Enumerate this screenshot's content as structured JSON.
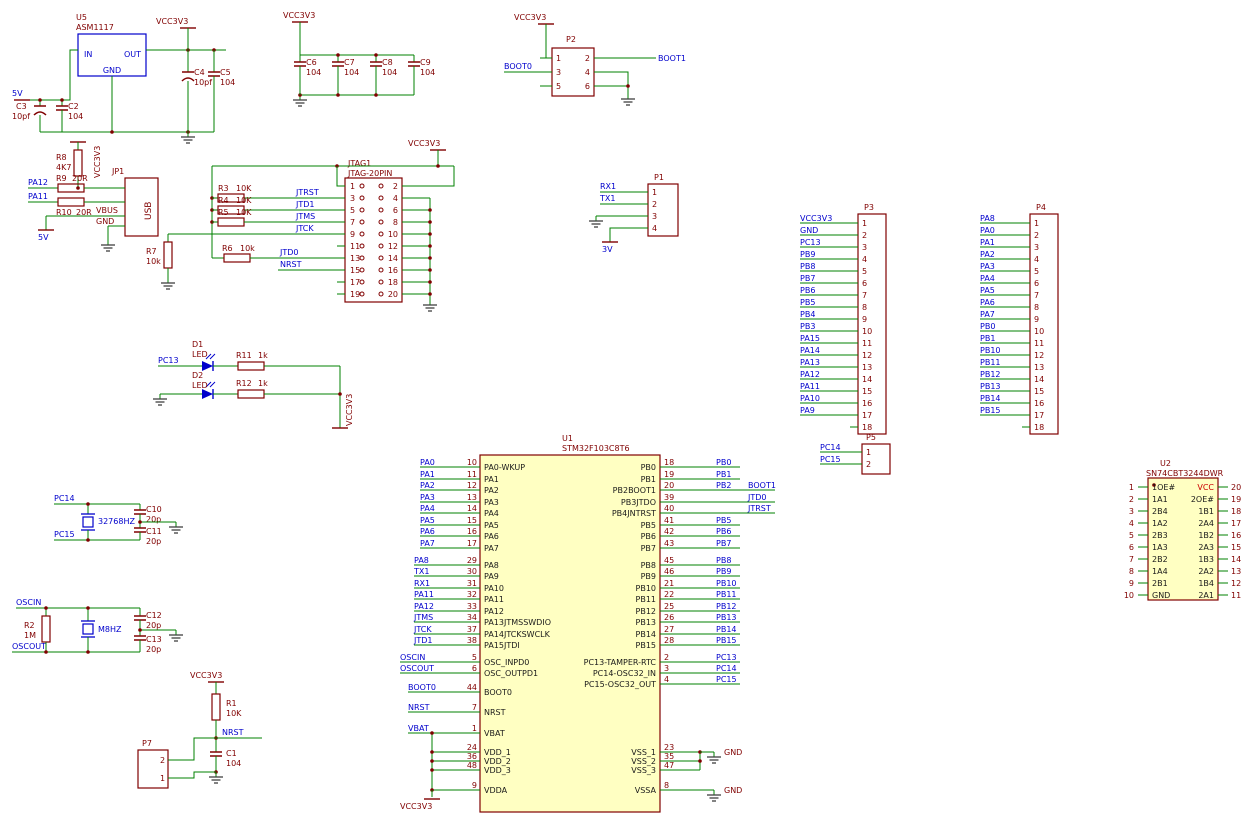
{
  "colors": {
    "background": "#FFFFFF",
    "wire": "#008000",
    "component": "#800000",
    "net": "#0000CC",
    "pin_name": "#1A1A1A",
    "ic_fill": "#FFFFC2",
    "blue": "#0000CC",
    "junction": "#800000",
    "ground": "#404040",
    "vcc_red": "#CC0000"
  },
  "regulator": {
    "ref": "U5",
    "part": "ASM1117",
    "pin_in": "IN",
    "pin_out": "OUT",
    "pin_gnd": "GND",
    "net_in": "5V",
    "net_out": "VCC3V3",
    "caps_in": [
      {
        "ref": "C3",
        "value": "10pf"
      },
      {
        "ref": "C2",
        "value": "104"
      }
    ],
    "caps_out": [
      {
        "ref": "C4",
        "value": "10pf"
      },
      {
        "ref": "C5",
        "value": "104"
      }
    ]
  },
  "decoupling": {
    "net": "VCC3V3",
    "caps": [
      {
        "ref": "C6",
        "value": "104"
      },
      {
        "ref": "C7",
        "value": "104"
      },
      {
        "ref": "C8",
        "value": "104"
      },
      {
        "ref": "C9",
        "value": "104"
      }
    ]
  },
  "boot_header": {
    "ref": "P2",
    "net_power": "VCC3V3",
    "left_pins": [
      "1",
      "3",
      "5"
    ],
    "right_pins": [
      "2",
      "4",
      "6"
    ],
    "net_left": "BOOT0",
    "net_right": "BOOT1"
  },
  "usb": {
    "ref": "JP1",
    "name": "USB",
    "pullup": {
      "ref": "R8",
      "value": "4K7",
      "net": "VCC3V3"
    },
    "rows": [
      {
        "net": "PA12",
        "res": {
          "ref": "R9",
          "value": "20R"
        }
      },
      {
        "net": "PA11",
        "res": {
          "ref": "R10",
          "value": "20R"
        }
      }
    ],
    "net_vbus": "VBUS",
    "net_gnd": "GND",
    "net_5v": "5V"
  },
  "jtag": {
    "ref": "JTAG1",
    "part": "JTAG-20PIN",
    "left_pins": [
      "1",
      "3",
      "5",
      "7",
      "9",
      "11",
      "13",
      "15",
      "17",
      "19"
    ],
    "right_pins": [
      "2",
      "4",
      "6",
      "8",
      "10",
      "12",
      "14",
      "16",
      "18",
      "20"
    ],
    "net_power": "VCC3V3",
    "pullups": [
      {
        "ref": "R3",
        "value": "10K",
        "net": "JTRST"
      },
      {
        "ref": "R4",
        "value": "10K",
        "net": "JTD1"
      },
      {
        "ref": "R5",
        "value": "10K",
        "net": "JTMS"
      }
    ],
    "net_tck": "JTCK",
    "r6": {
      "ref": "R6",
      "value": "10k",
      "net": "JTD0"
    },
    "net_nrst": "NRST",
    "r7": {
      "ref": "R7",
      "value": "10k"
    }
  },
  "serial_header": {
    "ref": "P1",
    "pins": [
      "1",
      "2",
      "3",
      "4"
    ],
    "net_rx": "RX1",
    "net_tx": "TX1",
    "net_power": "3V"
  },
  "header_p3": {
    "ref": "P3",
    "pins": [
      "1",
      "2",
      "3",
      "4",
      "5",
      "6",
      "7",
      "8",
      "9",
      "10",
      "11",
      "12",
      "13",
      "14",
      "15",
      "16",
      "17",
      "18"
    ],
    "nets": [
      "VCC3V3",
      "GND",
      "PC13",
      "PB9",
      "PB8",
      "PB7",
      "PB6",
      "PB5",
      "PB4",
      "PB3",
      "PA15",
      "PA14",
      "PA13",
      "PA12",
      "PA11",
      "PA10",
      "PA9",
      ""
    ]
  },
  "header_p4": {
    "ref": "P4",
    "pins": [
      "1",
      "2",
      "3",
      "4",
      "5",
      "6",
      "7",
      "8",
      "9",
      "10",
      "11",
      "12",
      "13",
      "14",
      "15",
      "16",
      "17",
      "18"
    ],
    "nets": [
      "PA8",
      "PA0",
      "PA1",
      "PA2",
      "PA3",
      "PA4",
      "PA5",
      "PA6",
      "PA7",
      "PB0",
      "PB1",
      "PB10",
      "PB11",
      "PB12",
      "PB13",
      "PB14",
      "PB15",
      ""
    ]
  },
  "header_p5": {
    "ref": "P5",
    "pins": [
      "1",
      "2"
    ],
    "nets": [
      "PC14",
      "PC15"
    ]
  },
  "leds": {
    "rail": "VCC3V3",
    "rows": [
      {
        "ref": "D1",
        "value": "LED",
        "net": "PC13",
        "res": {
          "ref": "R11",
          "value": "1k"
        }
      },
      {
        "ref": "D2",
        "value": "LED",
        "net": "",
        "res": {
          "ref": "R12",
          "value": "1k"
        }
      }
    ]
  },
  "xtal32": {
    "label": "32768HZ",
    "net_top": "PC14",
    "net_bottom": "PC15",
    "cap_top": {
      "ref": "C10",
      "value": "20p"
    },
    "cap_bottom": {
      "ref": "C11",
      "value": "20p"
    }
  },
  "xtal8": {
    "label": "M8HZ",
    "net_top": "OSCIN",
    "net_bottom": "OSCOUT",
    "res": {
      "ref": "R2",
      "value": "1M"
    },
    "cap_top": {
      "ref": "C12",
      "value": "20p"
    },
    "cap_bottom": {
      "ref": "C13",
      "value": "20p"
    }
  },
  "reset": {
    "net_power": "VCC3V3",
    "res": {
      "ref": "R1",
      "value": "10K"
    },
    "net": "NRST",
    "header": {
      "ref": "P7",
      "pins": [
        "2",
        "1"
      ]
    },
    "cap": {
      "ref": "C1",
      "value": "104"
    }
  },
  "mcu": {
    "ref": "U1",
    "part": "STM32F103C8T6",
    "gnd_label": "GND",
    "net_power": "VCC3V3",
    "left_rows": [
      {
        "net": "PA0",
        "num": "10",
        "name": "PA0-WKUP"
      },
      {
        "net": "PA1",
        "num": "11",
        "name": "PA1"
      },
      {
        "net": "PA2",
        "num": "12",
        "name": "PA2"
      },
      {
        "net": "PA3",
        "num": "13",
        "name": "PA3"
      },
      {
        "net": "PA4",
        "num": "14",
        "name": "PA4"
      },
      {
        "net": "PA5",
        "num": "15",
        "name": "PA5"
      },
      {
        "net": "PA6",
        "num": "16",
        "name": "PA6"
      },
      {
        "net": "PA7",
        "num": "17",
        "name": "PA7"
      },
      {
        "net": "PA8",
        "num": "29",
        "name": "PA8"
      },
      {
        "net": "TX1",
        "num": "30",
        "name": "PA9"
      },
      {
        "net": "RX1",
        "num": "31",
        "name": "PA10"
      },
      {
        "net": "PA11",
        "num": "32",
        "name": "PA11"
      },
      {
        "net": "PA12",
        "num": "33",
        "name": "PA12"
      },
      {
        "net": "JTMS",
        "num": "34",
        "name": "PA13JTMSSWDIO"
      },
      {
        "net": "JTCK",
        "num": "37",
        "name": "PA14JTCKSWCLK"
      },
      {
        "net": "JTD1",
        "num": "38",
        "name": "PA15JTDI"
      },
      {
        "net": "OSCIN",
        "num": "5",
        "name": "OSC_INPD0"
      },
      {
        "net": "OSCOUT",
        "num": "6",
        "name": "OSC_OUTPD1"
      },
      {
        "net": "BOOT0",
        "num": "44",
        "name": "BOOT0"
      },
      {
        "net": "NRST",
        "num": "7",
        "name": "NRST"
      },
      {
        "net": "VBAT",
        "num": "1",
        "name": "VBAT"
      },
      {
        "net": "",
        "num": "24",
        "name": "VDD_1"
      },
      {
        "net": "",
        "num": "36",
        "name": "VDD_2"
      },
      {
        "net": "",
        "num": "48",
        "name": "VDD_3"
      },
      {
        "net": "",
        "num": "9",
        "name": "VDDA"
      }
    ],
    "right_rows": [
      {
        "net": "PB0",
        "num": "18",
        "name": "PB0"
      },
      {
        "net": "PB1",
        "num": "19",
        "name": "PB1"
      },
      {
        "net": "PB2",
        "num": "20",
        "name": "PB2BOOT1",
        "extra": "BOOT1"
      },
      {
        "net": "JTD0",
        "num": "39",
        "name": "PB3JTDO"
      },
      {
        "net": "JTRST",
        "num": "40",
        "name": "PB4JNTRST"
      },
      {
        "net": "PB5",
        "num": "41",
        "name": "PB5"
      },
      {
        "net": "PB6",
        "num": "42",
        "name": "PB6"
      },
      {
        "net": "PB7",
        "num": "43",
        "name": "PB7"
      },
      {
        "net": "PB8",
        "num": "45",
        "name": "PB8"
      },
      {
        "net": "PB9",
        "num": "46",
        "name": "PB9"
      },
      {
        "net": "PB10",
        "num": "21",
        "name": "PB10"
      },
      {
        "net": "PB11",
        "num": "22",
        "name": "PB11"
      },
      {
        "net": "PB12",
        "num": "25",
        "name": "PB12"
      },
      {
        "net": "PB13",
        "num": "26",
        "name": "PB13"
      },
      {
        "net": "PB14",
        "num": "27",
        "name": "PB14"
      },
      {
        "net": "PB15",
        "num": "28",
        "name": "PB15"
      },
      {
        "net": "PC13",
        "num": "2",
        "name": "PC13-TAMPER-RTC"
      },
      {
        "net": "PC14",
        "num": "3",
        "name": "PC14-OSC32_IN"
      },
      {
        "net": "PC15",
        "num": "4",
        "name": "PC15-OSC32_OUT"
      },
      {
        "net": "",
        "num": "23",
        "name": "VSS_1"
      },
      {
        "net": "",
        "num": "35",
        "name": "VSS_2"
      },
      {
        "net": "",
        "num": "47",
        "name": "VSS_3"
      },
      {
        "net": "",
        "num": "8",
        "name": "VSSA"
      }
    ]
  },
  "buffer": {
    "ref": "U2",
    "part": "SN74CBT3244DWR",
    "left_rows": [
      {
        "num": "1",
        "name": "1OE#"
      },
      {
        "num": "2",
        "name": "1A1"
      },
      {
        "num": "3",
        "name": "2B4"
      },
      {
        "num": "4",
        "name": "1A2"
      },
      {
        "num": "5",
        "name": "2B3"
      },
      {
        "num": "6",
        "name": "1A3"
      },
      {
        "num": "7",
        "name": "2B2"
      },
      {
        "num": "8",
        "name": "1A4"
      },
      {
        "num": "9",
        "name": "2B1"
      },
      {
        "num": "10",
        "name": "GND"
      }
    ],
    "right_rows": [
      {
        "num": "20",
        "name": "VCC"
      },
      {
        "num": "19",
        "name": "2OE#"
      },
      {
        "num": "18",
        "name": "1B1"
      },
      {
        "num": "17",
        "name": "2A4"
      },
      {
        "num": "16",
        "name": "1B2"
      },
      {
        "num": "15",
        "name": "2A3"
      },
      {
        "num": "14",
        "name": "1B3"
      },
      {
        "num": "13",
        "name": "2A2"
      },
      {
        "num": "12",
        "name": "1B4"
      },
      {
        "num": "11",
        "name": "2A1"
      }
    ]
  }
}
